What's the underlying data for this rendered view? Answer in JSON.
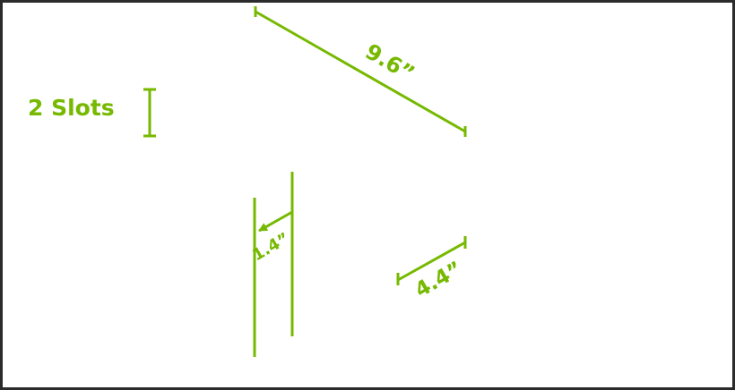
{
  "colors": {
    "accent": "#76b900",
    "frame": "#2b2b2b",
    "background": "#ffffff"
  },
  "labels": {
    "slots": "2 Slots",
    "length": "9.6”",
    "thickness": "1.4”",
    "height": "4.4”"
  }
}
